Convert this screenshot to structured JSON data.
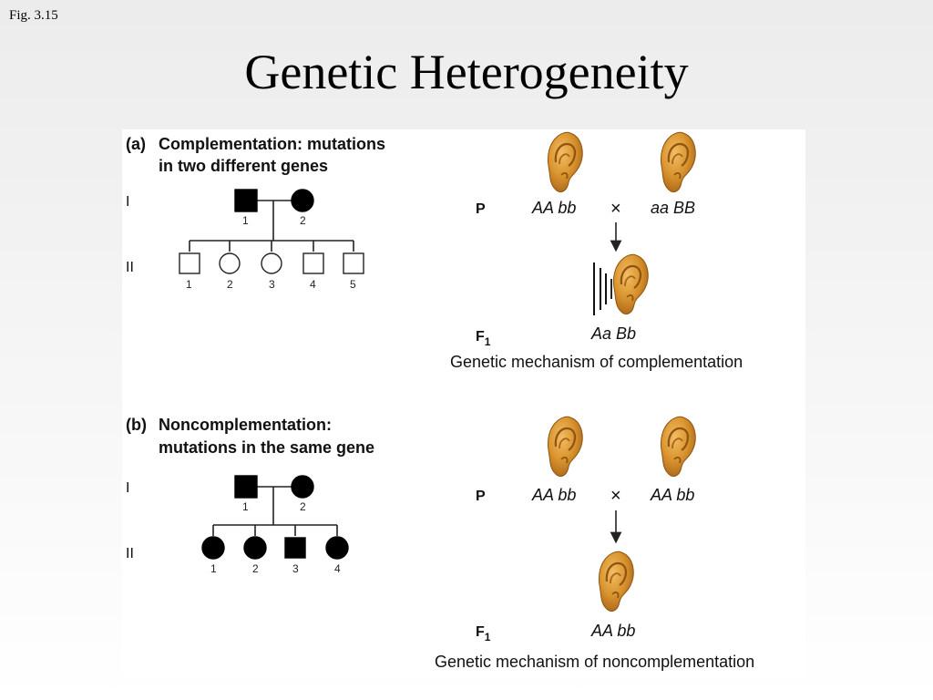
{
  "slide": {
    "fig_label": "Fig. 3.15",
    "title": "Genetic Heterogeneity"
  },
  "panel_a": {
    "label": "(a)",
    "heading_line1": "Complementation: mutations",
    "heading_line2": "in two different genes",
    "generation_I": "I",
    "generation_II": "II",
    "parents": [
      {
        "num": "1",
        "sex": "male",
        "affected": true
      },
      {
        "num": "2",
        "sex": "female",
        "affected": true
      }
    ],
    "children": [
      {
        "num": "1",
        "sex": "male",
        "affected": false
      },
      {
        "num": "2",
        "sex": "female",
        "affected": false
      },
      {
        "num": "3",
        "sex": "female",
        "affected": false
      },
      {
        "num": "4",
        "sex": "male",
        "affected": false
      },
      {
        "num": "5",
        "sex": "male",
        "affected": false
      }
    ],
    "p_label": "P",
    "f1_label": "F",
    "f1_sub": "1",
    "cross_symbol": "×",
    "parent1_genotype": "AA bb",
    "parent2_genotype": "aa BB",
    "f1_genotype": "Aa Bb",
    "caption": "Genetic mechanism of complementation"
  },
  "panel_b": {
    "label": "(b)",
    "heading_line1": "Noncomplementation:",
    "heading_line2": "mutations in the same gene",
    "generation_I": "I",
    "generation_II": "II",
    "parents": [
      {
        "num": "1",
        "sex": "male",
        "affected": true
      },
      {
        "num": "2",
        "sex": "female",
        "affected": true
      }
    ],
    "children": [
      {
        "num": "1",
        "sex": "female",
        "affected": true
      },
      {
        "num": "2",
        "sex": "female",
        "affected": true
      },
      {
        "num": "3",
        "sex": "male",
        "affected": true
      },
      {
        "num": "4",
        "sex": "female",
        "affected": true
      }
    ],
    "p_label": "P",
    "f1_label": "F",
    "f1_sub": "1",
    "cross_symbol": "×",
    "parent1_genotype": "AA bb",
    "parent2_genotype": "AA bb",
    "f1_genotype": "AA bb",
    "caption": "Genetic mechanism of noncomplementation"
  },
  "colors": {
    "ear_skin": "#d9942e",
    "ear_shadow": "#a9641a",
    "affected_fill": "#000000",
    "unaffected_fill": "#ffffff"
  },
  "icons": [
    "ear-icon",
    "sound-wave-icon",
    "down-arrow-icon"
  ]
}
